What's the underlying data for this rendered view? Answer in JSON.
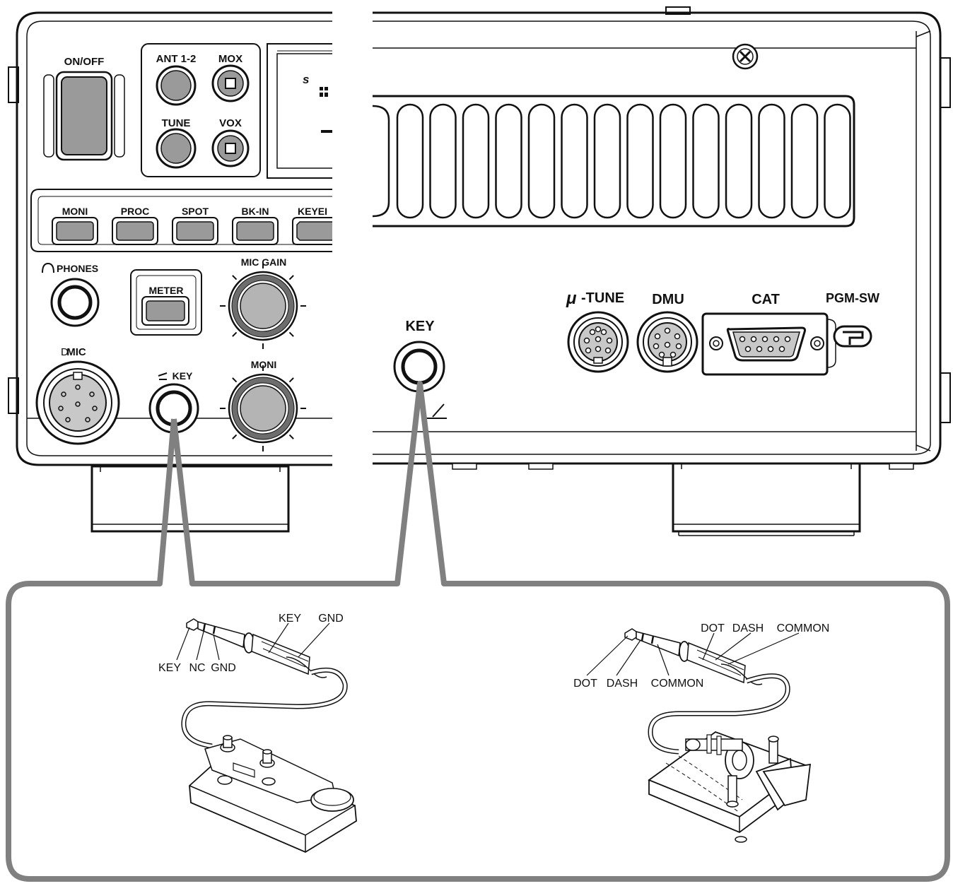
{
  "front_panel": {
    "on_off": "ON/OFF",
    "ant": "ANT 1-2",
    "mox": "MOX",
    "tune": "TUNE",
    "vox": "VOX",
    "display_s": "s",
    "buttons": [
      "MONI",
      "PROC",
      "SPOT",
      "BK-IN",
      "KEYEI"
    ],
    "phones": "PHONES",
    "meter": "METER",
    "mic_gain": "MIC GAIN",
    "mic": "MIC",
    "key": "KEY",
    "moni_knob": "MONI"
  },
  "rear_panel": {
    "key": "KEY",
    "mu_tune": "-TUNE",
    "mu_symbol": "μ",
    "dmu": "DMU",
    "cat": "CAT",
    "pgm_sw": "PGM-SW"
  },
  "straight_key": {
    "plug_labels": [
      "KEY",
      "NC",
      "GND"
    ],
    "wire_labels": [
      "KEY",
      "GND"
    ]
  },
  "paddle": {
    "wire_labels": [
      "DOT",
      "DASH",
      "COMMON"
    ],
    "plug_labels": [
      "DOT",
      "DASH",
      "COMMON"
    ]
  },
  "colors": {
    "outline": "#111111",
    "callout": "#808080",
    "button_fill": "#9a9a9a",
    "knob_fill": "#b4b4b4"
  }
}
